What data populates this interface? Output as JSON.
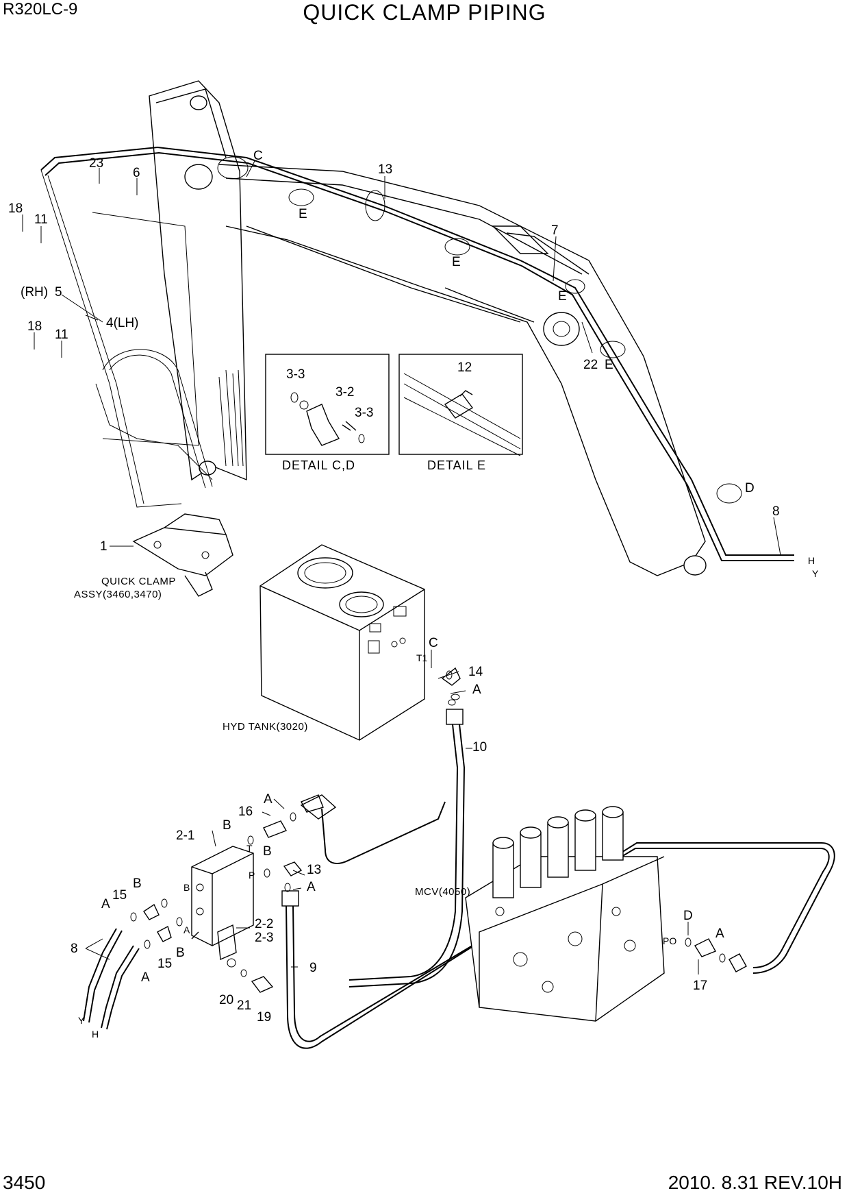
{
  "header": {
    "model": "R320LC-9",
    "title": "QUICK CLAMP PIPING"
  },
  "footer": {
    "page": "3450",
    "revision": "2010. 8.31  REV.10H"
  },
  "callouts": {
    "c23": "23",
    "c6": "6",
    "cC_top": "C",
    "c13_top": "13",
    "cE_1": "E",
    "cE_2": "E",
    "c7": "7",
    "cE_3": "E",
    "c22": "22",
    "cE_4": "E",
    "cD_right": "D",
    "c8_right": "8",
    "cH_right": "H",
    "cY_right": "Y",
    "c18_a": "18",
    "c11_a": "11",
    "cRH": "(RH)",
    "c5": "5",
    "c4LH": "4(LH)",
    "c18_b": "18",
    "c11_b": "11",
    "c1": "1",
    "cC_tank": "C",
    "cT1": "T1",
    "c14": "14",
    "cA_tank": "A",
    "c10": "10",
    "cA_16": "A",
    "c16": "16",
    "cB_16": "B",
    "c2_1": "2-1",
    "cT_port": "T",
    "cB_13": "B",
    "cP_port": "P",
    "c13_low": "13",
    "cA_13": "A",
    "cB_15": "B",
    "c15_a": "15",
    "cA_15": "A",
    "cB_port": "B",
    "cA_port": "A",
    "c8_left": "8",
    "cY_left": "Y",
    "cH_left": "H",
    "cA_low": "A",
    "c15_b": "15",
    "cB_low": "B",
    "c2_2": "2-2",
    "c2_3": "2-3",
    "c9": "9",
    "c20": "20",
    "c21": "21",
    "c19": "19",
    "cD_mcv": "D",
    "cA_mcv": "A",
    "cPO": "PO",
    "c17": "17"
  },
  "detail_cd": {
    "label": "DETAIL  C,D",
    "c3_3a": "3-3",
    "c3_2": "3-2",
    "c3_3b": "3-3"
  },
  "detail_e": {
    "label": "DETAIL  E",
    "c12": "12"
  },
  "notes": {
    "quick_clamp_1": "QUICK CLAMP",
    "quick_clamp_2": "ASSY(3460,3470)",
    "hyd_tank": "HYD TANK(3020)",
    "mcv": "MCV(4050)"
  }
}
